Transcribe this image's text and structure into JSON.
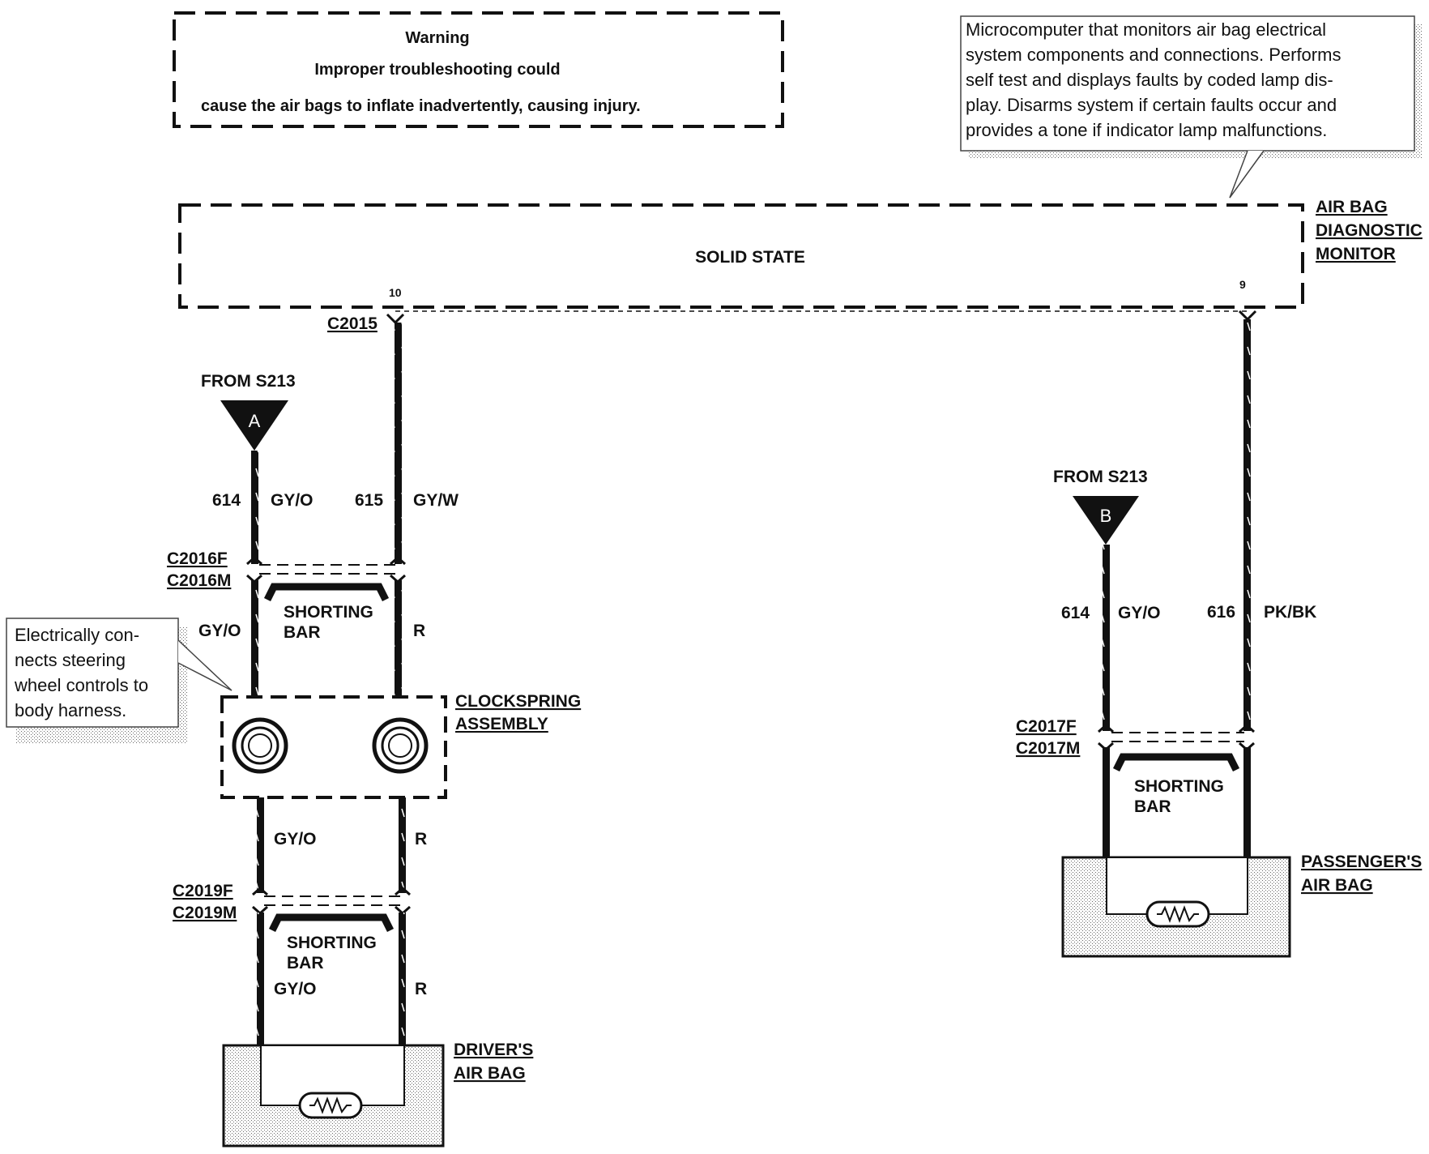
{
  "warning": {
    "title": "Warning",
    "line1": "Improper troubleshooting could",
    "line2": "cause the air bags to inflate inadvertently, causing injury."
  },
  "monitor_note": {
    "lines": [
      "Microcomputer that monitors air bag electrical",
      "system components and connections.  Performs",
      "self test and displays faults by coded lamp dis-",
      "play.  Disarms system if certain faults occur and",
      "provides a tone if indicator lamp malfunctions."
    ]
  },
  "monitor": {
    "label_lines": [
      "AIR BAG",
      "DIAGNOSTIC",
      "MONITOR"
    ],
    "solid_state": "SOLID STATE",
    "pin_left": "10",
    "pin_right": "9",
    "connector": "C2015"
  },
  "left_circuit": {
    "from": "FROM S213",
    "splice": "A",
    "wire1_num": "614",
    "wire1_color": "GY/O",
    "wire2_num": "615",
    "wire2_color": "GY/W",
    "conn1_f": "C2016F",
    "conn1_m": "C2016M",
    "shorting_bar_1": "SHORTING",
    "shorting_bar_2": "BAR",
    "mid_left_color": "GY/O",
    "mid_right_color": "R",
    "clockspring_1": "CLOCKSPRING",
    "clockspring_2": "ASSEMBLY",
    "lower_left_color": "GY/O",
    "lower_right_color": "R",
    "conn2_f": "C2019F",
    "conn2_m": "C2019M",
    "bottom_left_color": "GY/O",
    "bottom_right_color": "R",
    "airbag_1": "DRIVER'S",
    "airbag_2": "AIR BAG"
  },
  "clockspring_note": {
    "lines": [
      "Electrically  con-",
      "nects steering",
      "wheel controls to",
      "body harness."
    ]
  },
  "right_circuit": {
    "from": "FROM S213",
    "splice": "B",
    "wire1_num": "614",
    "wire1_color": "GY/O",
    "wire2_num": "616",
    "wire2_color": "PK/BK",
    "conn_f": "C2017F",
    "conn_m": "C2017M",
    "shorting_bar_1": "SHORTING",
    "shorting_bar_2": "BAR",
    "airbag_1": "PASSENGER'S",
    "airbag_2": "AIR BAG"
  }
}
